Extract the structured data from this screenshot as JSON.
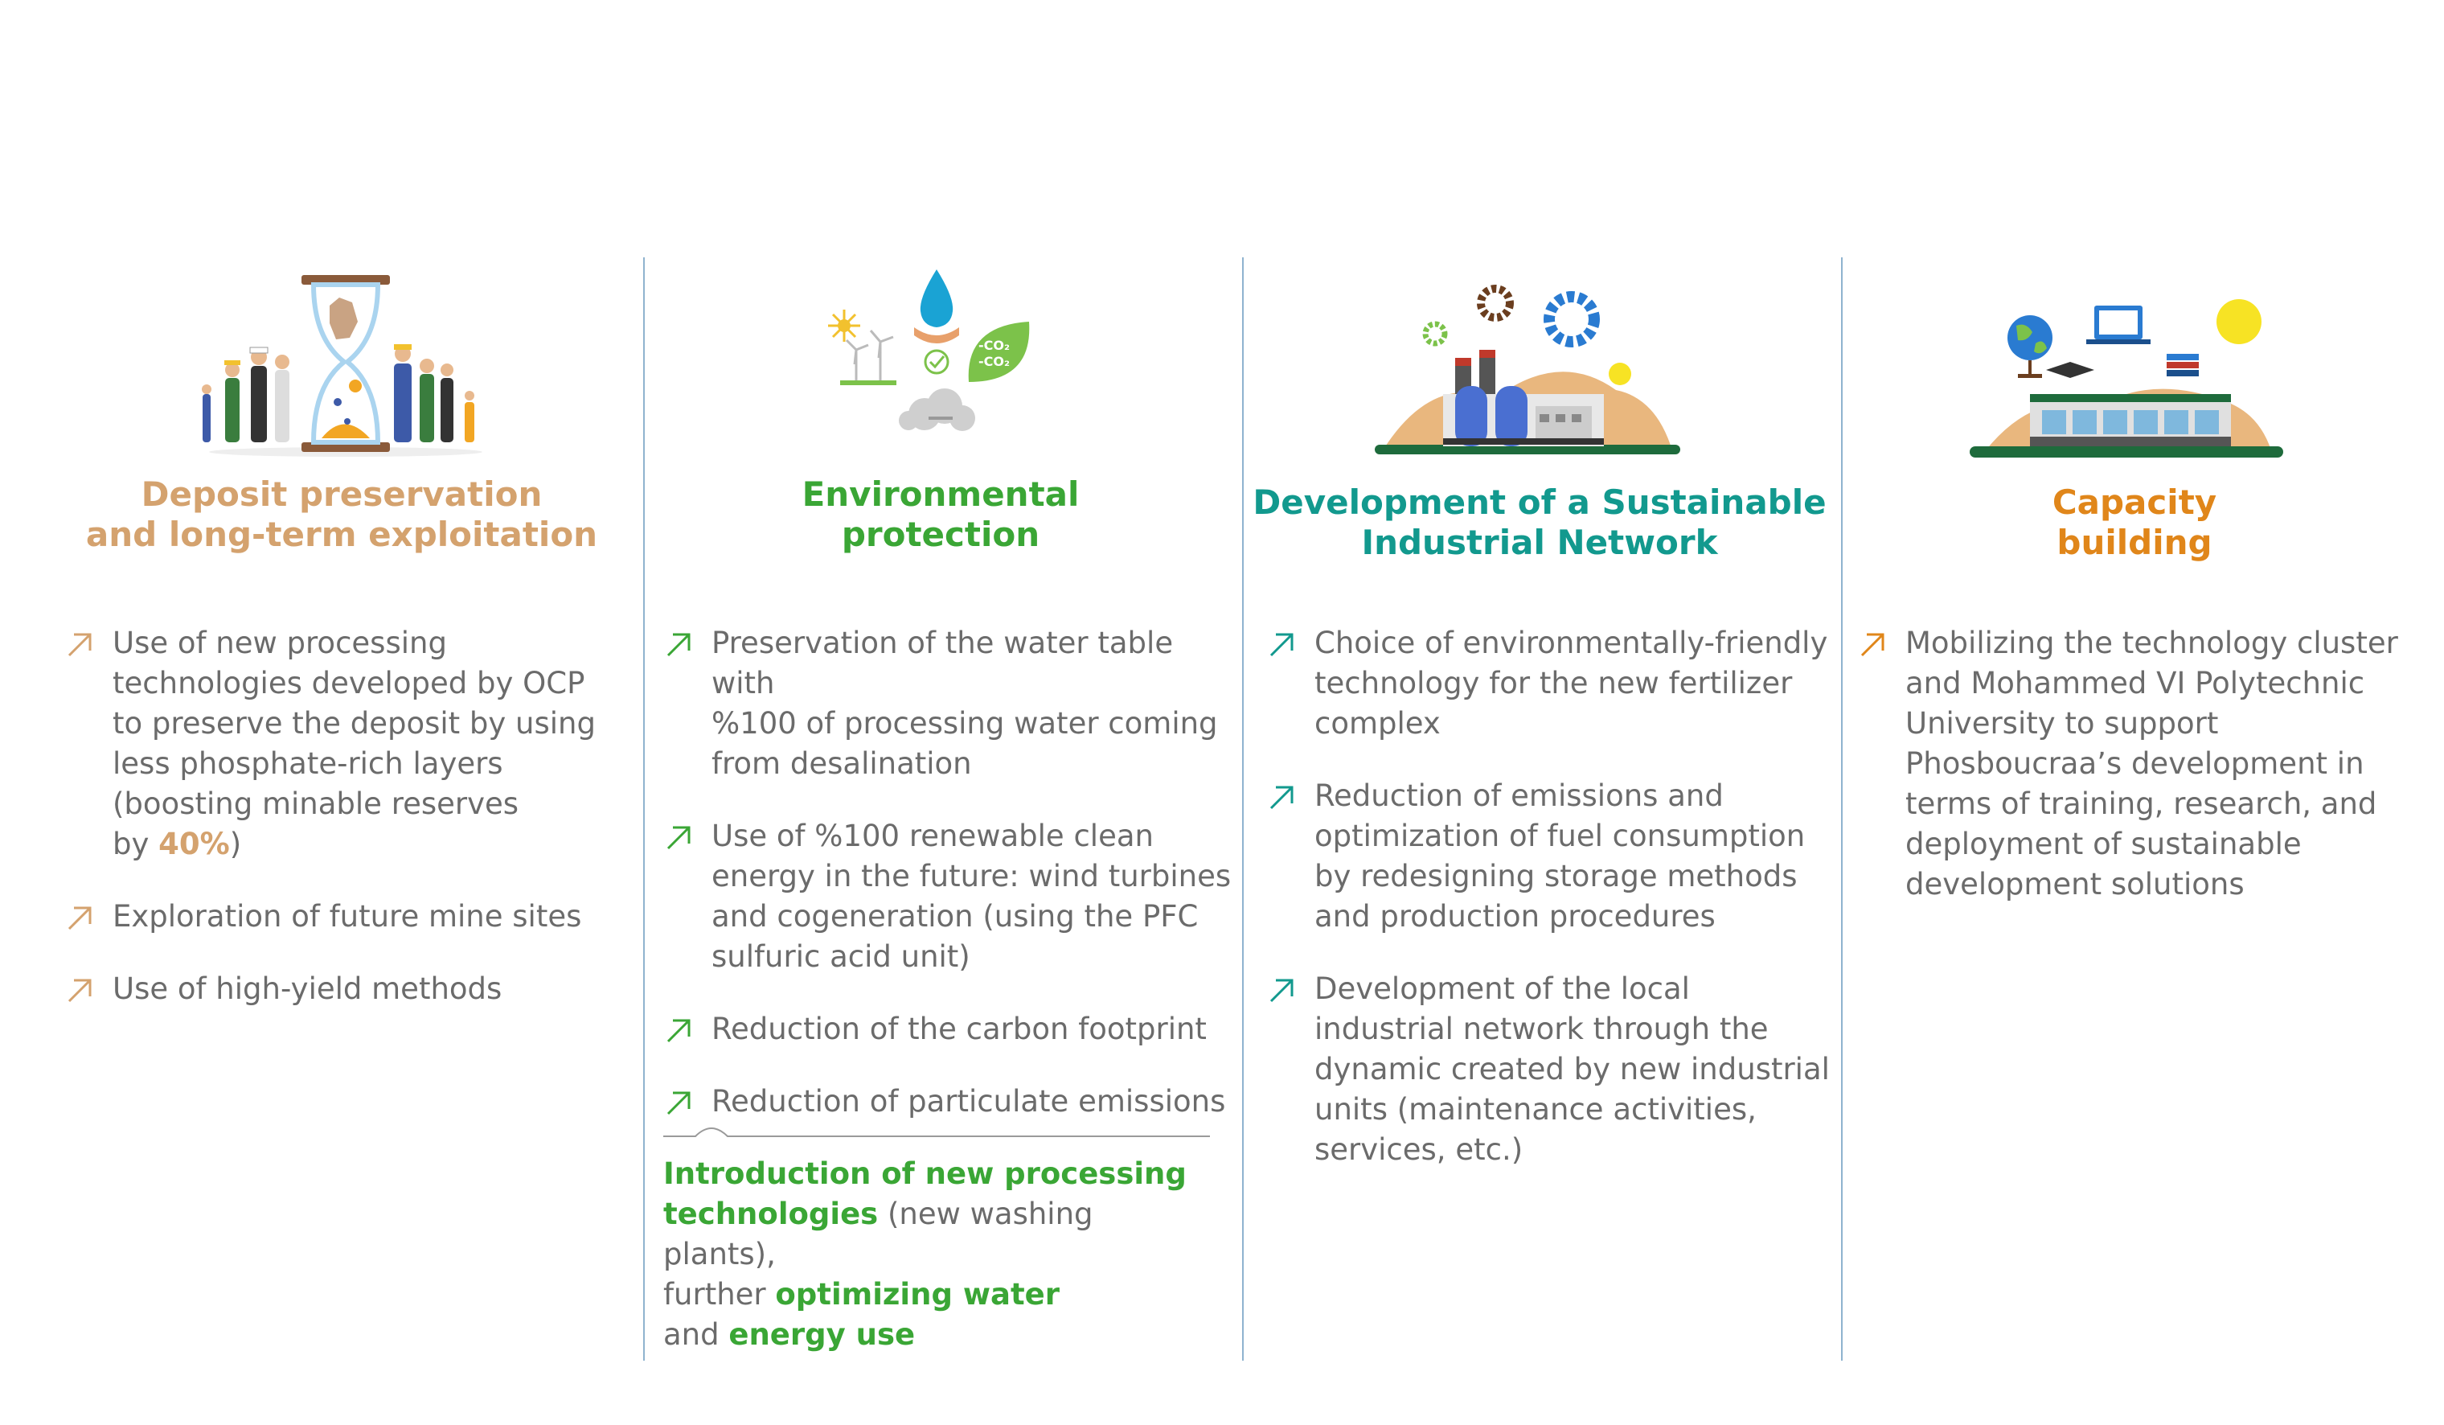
{
  "colors": {
    "tan": "#d4a26e",
    "green": "#3aa635",
    "teal": "#12998e",
    "orange": "#e0861a",
    "text": "#6b6b6b",
    "divider": "#8fb3cf"
  },
  "columns": [
    {
      "icon": "hourglass-workers-illustration",
      "title_line1": "Deposit preservation",
      "title_line2": "and long-term exploitation",
      "items": [
        {
          "lines": [
            "Use of new processing",
            "technologies developed by OCP",
            "to preserve the deposit by using",
            "less phosphate-rich layers",
            "(boosting minable reserves"
          ],
          "last_prefix": "by ",
          "last_highlight": "40%",
          "last_suffix": ")"
        },
        {
          "text": "Exploration of future mine sites"
        },
        {
          "text": "Use of high-yield methods"
        }
      ]
    },
    {
      "icon": "water-energy-co2-illustration",
      "co2_label": "-CO₂",
      "title_line1": "Environmental",
      "title_line2": "protection",
      "items": [
        {
          "lines": [
            "Preservation of the water table with",
            "%100 of processing water coming",
            "from desalination"
          ]
        },
        {
          "lines": [
            "Use of %100 renewable clean",
            "energy in the future: wind turbines",
            "and cogeneration (using the PFC",
            "sulfuric acid unit)"
          ]
        },
        {
          "text": "Reduction of the carbon footprint"
        },
        {
          "text": "Reduction of particulate emissions"
        }
      ],
      "note": {
        "g1": "Introduction of new processing",
        "g2": "technologies",
        "t1": " (new washing plants),",
        "t2": "further ",
        "g3": "optimizing water",
        "t3": "and ",
        "g4": "energy use"
      }
    },
    {
      "icon": "factory-gears-illustration",
      "title_line1": "Development of a Sustainable",
      "title_line2": "Industrial Network",
      "items": [
        {
          "lines": [
            "Choice of environmentally-friendly",
            "technology for the new fertilizer",
            "complex"
          ]
        },
        {
          "lines": [
            "Reduction of emissions and",
            "optimization of fuel consumption",
            "by redesigning storage methods",
            "and production procedures"
          ]
        },
        {
          "lines": [
            "Development of the local",
            "industrial network through the",
            "dynamic created by new industrial",
            "units (maintenance activities,",
            "services, etc.)"
          ]
        }
      ]
    },
    {
      "icon": "campus-globe-laptop-illustration",
      "title_line1": "Capacity",
      "title_line2": "building",
      "items": [
        {
          "lines": [
            "Mobilizing the technology cluster",
            "and Mohammed VI Polytechnic",
            "University to support",
            "Phosboucraa’s development in",
            "terms of training, research, and",
            "deployment of sustainable",
            "development solutions"
          ]
        }
      ]
    }
  ]
}
